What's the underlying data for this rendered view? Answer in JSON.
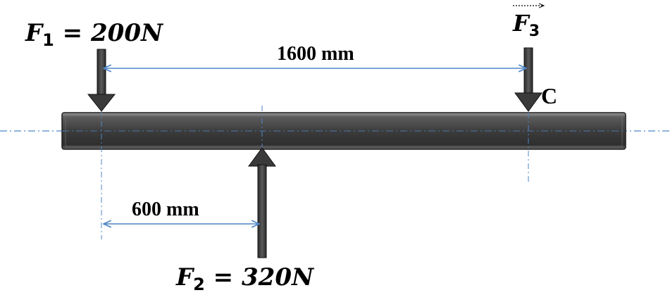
{
  "forces": {
    "f1": {
      "symbol": "F",
      "subscript": "1",
      "equals": " = ",
      "value": "200N"
    },
    "f2": {
      "symbol": "F",
      "subscript": "2",
      "equals": " = ",
      "value": "320N"
    },
    "f3": {
      "symbol": "F",
      "subscript": "3"
    }
  },
  "point_c": {
    "label": "C"
  },
  "dimensions": {
    "span_f1_f3": "1600 mm",
    "span_f1_f2": "600 mm"
  },
  "colors": {
    "beam_dark": "#3a3a3a",
    "beam_light": "#8a8a8a",
    "arrow_fill": "#4a4a4a",
    "dimension_line": "#4f86c6",
    "center_line": "#4f86c6",
    "text": "#000000"
  }
}
